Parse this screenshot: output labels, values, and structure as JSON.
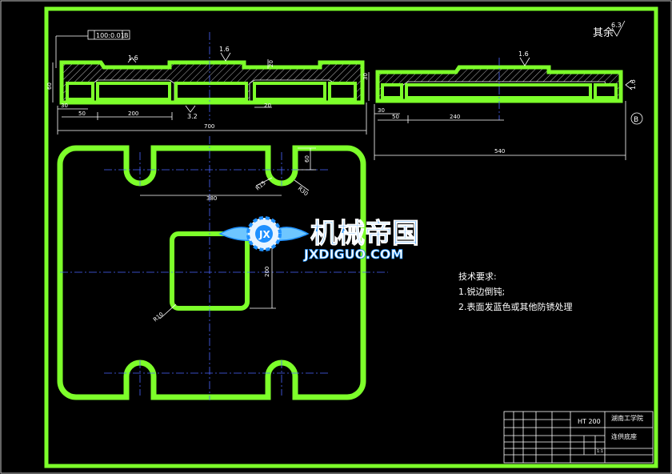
{
  "colors": {
    "background": "#000000",
    "outline": "#7dff2a",
    "dimension": "#ffffff",
    "centerline": "#4a66ff",
    "logo_blue": "#1e90ff"
  },
  "roughness_note": "其余",
  "roughness_value": "6.3",
  "flatness_tolerance": "100:0.01",
  "flatness_datum": "B",
  "datum_b": "B",
  "front_view_dims": {
    "r1": "1.6",
    "r2": "1.6",
    "bot": "3.2",
    "h60": "60",
    "h20": "20",
    "s30": "30",
    "s50": "50",
    "d200": "200",
    "w20": "20",
    "total": "700"
  },
  "side_view_dims": {
    "r1": "1.6",
    "r_right": "1.6",
    "h30": "30",
    "s30": "30",
    "s50": "50",
    "d240": "240",
    "total": "540"
  },
  "plan_view_dims": {
    "d60": "60",
    "r15": "R15",
    "r30": "R30",
    "d380": "380",
    "d200": "200",
    "r10": "R10"
  },
  "logo": {
    "cn": "机械帝国",
    "en": "JXDIGUO.COM"
  },
  "notes": {
    "title": "技术要求:",
    "line1": "1.锐边倒钝;",
    "line2": "2.表面发蓝色或其他防锈处理"
  },
  "title_block": {
    "material": "HT 200",
    "school": "湖南工学院",
    "part_name": "连供底座",
    "cell_small": "1:1"
  }
}
